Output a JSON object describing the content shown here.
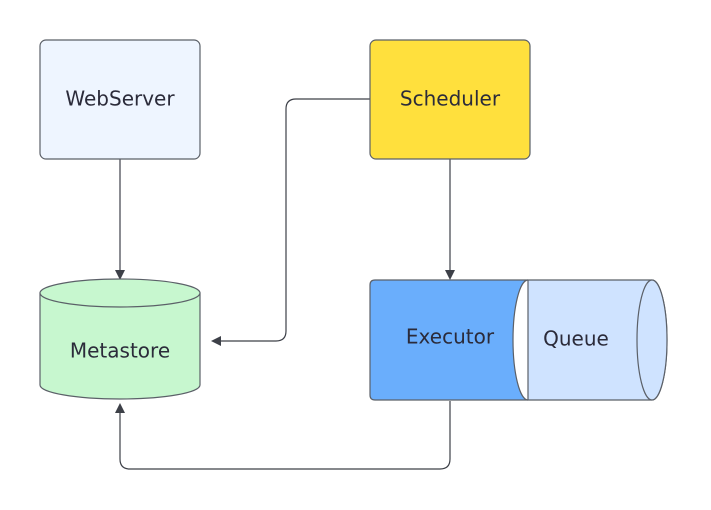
{
  "nodes": {
    "webserver": {
      "label": "WebServer",
      "fill": "#eef5ff"
    },
    "scheduler": {
      "label": "Scheduler",
      "fill": "#ffe03d"
    },
    "metastore": {
      "label": "Metastore",
      "fill": "#c7f7cf"
    },
    "executor": {
      "label": "Executor",
      "fill": "#6aaefc"
    },
    "queue": {
      "label": "Queue",
      "fill": "#cfe3ff"
    }
  },
  "colors": {
    "stroke": "#5b6068",
    "connector": "#3d4048",
    "text": "#2b2b3a"
  }
}
